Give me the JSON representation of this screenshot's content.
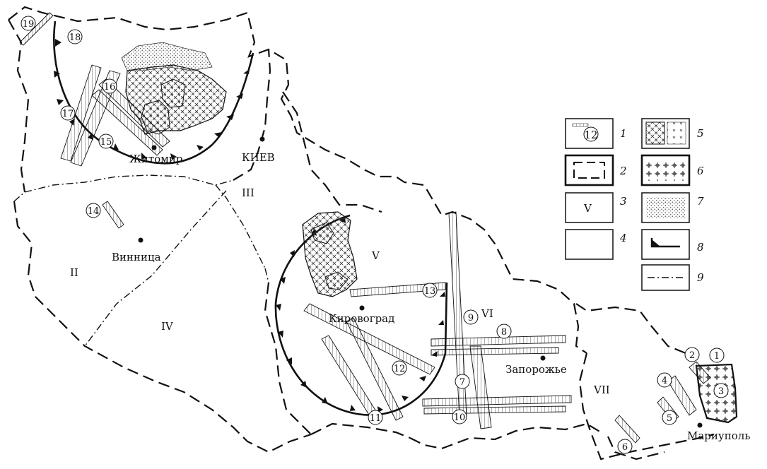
{
  "cities": {
    "zhitomir": "Житомир",
    "kiev": "КИЕВ",
    "vinnitsa": "Винница",
    "kirovograd": "Кировоград",
    "zaporozhye": "Запорожье",
    "mariupol": "Мариуполь"
  },
  "regions": {
    "II": "II",
    "III": "III",
    "IV": "IV",
    "V": "V",
    "VI": "VI",
    "VII": "VII"
  },
  "dikes": [
    "1",
    "2",
    "3",
    "4",
    "5",
    "6",
    "7",
    "8",
    "9",
    "10",
    "11",
    "12",
    "13",
    "14",
    "15",
    "16",
    "17",
    "18",
    "19"
  ],
  "legend": {
    "items": [
      {
        "index": "1",
        "sample": "12"
      },
      {
        "index": "2",
        "sample": ""
      },
      {
        "index": "3",
        "sample": "V"
      },
      {
        "index": "4",
        "sample": ""
      },
      {
        "index": "5",
        "sample": ""
      },
      {
        "index": "6",
        "sample": ""
      },
      {
        "index": "7",
        "sample": ""
      },
      {
        "index": "8",
        "sample": ""
      },
      {
        "index": "9",
        "sample": ""
      }
    ]
  }
}
